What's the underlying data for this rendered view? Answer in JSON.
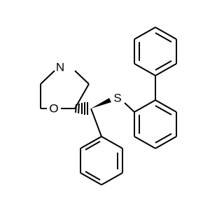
{
  "molecule": {
    "atoms": {
      "nitrogen": "N",
      "oxygen": "O",
      "sulfur": "S"
    }
  },
  "colors": {
    "bond": "#000000",
    "background": "#ffffff",
    "label": "#000000"
  }
}
